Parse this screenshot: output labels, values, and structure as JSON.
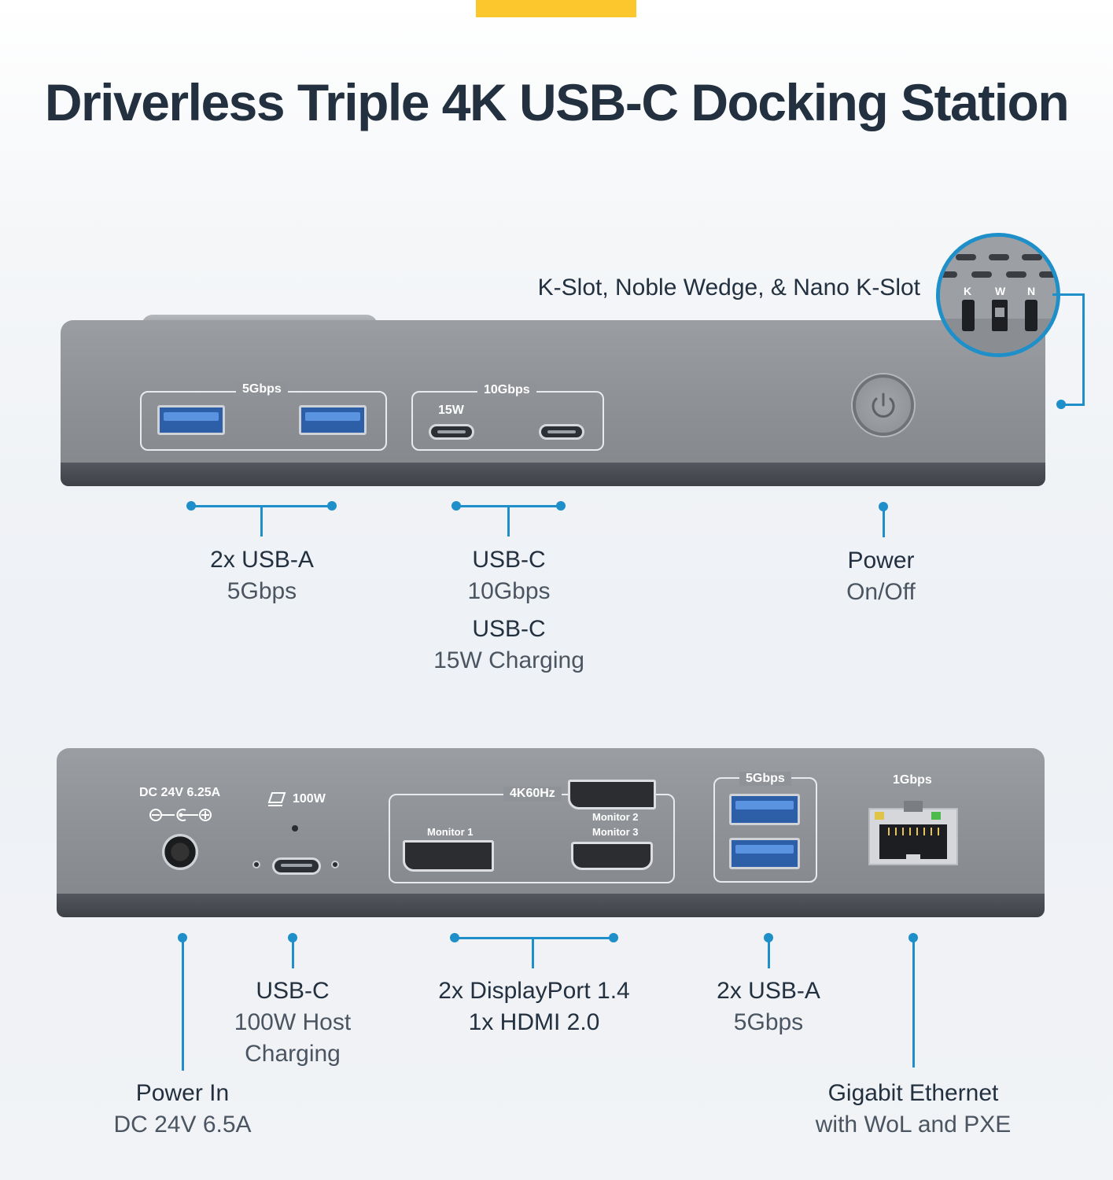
{
  "title": "Driverless Triple 4K USB-C Docking Station",
  "colors": {
    "accent": "#fcc72c",
    "callout": "#1e8fc9",
    "title": "#22303f"
  },
  "front": {
    "lock_label": "K-Slot, Noble Wedge, & Nano K-Slot",
    "lock_slots": [
      "K",
      "W",
      "N"
    ],
    "usba_group_label": "5Gbps",
    "usbc_group_label": "10Gbps",
    "usbc_charge_label": "15W",
    "callouts": {
      "usba": {
        "title": "2x USB-A",
        "sub": "5Gbps"
      },
      "usbc": {
        "title": "USB-C",
        "sub": "10Gbps",
        "title2": "USB-C",
        "sub2": "15W Charging"
      },
      "power": {
        "title": "Power",
        "sub": "On/Off"
      }
    }
  },
  "rear": {
    "dc_label": "DC 24V 6.25A",
    "host_label": "100W",
    "video_group_label": "4K60Hz",
    "monitor1": "Monitor 1",
    "monitor2": "Monitor 2",
    "monitor3": "Monitor 3",
    "usba_group_label": "5Gbps",
    "eth_label": "1Gbps",
    "callouts": {
      "power_in": {
        "title": "Power In",
        "sub": "DC 24V 6.5A"
      },
      "usbc": {
        "title": "USB-C",
        "sub": "100W Host",
        "sub2": "Charging"
      },
      "video": {
        "title": "2x DisplayPort 1.4",
        "title2": "1x HDMI 2.0"
      },
      "usba": {
        "title": "2x USB-A",
        "sub": "5Gbps"
      },
      "ethernet": {
        "title": "Gigabit Ethernet",
        "sub": "with WoL and PXE"
      }
    }
  }
}
